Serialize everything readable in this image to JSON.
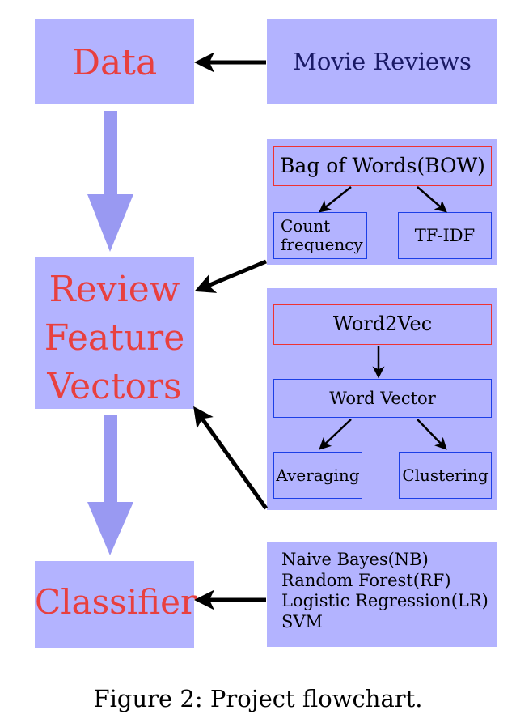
{
  "nodes": {
    "data": "Data",
    "movie_reviews": "Movie Reviews",
    "review_feature_vectors": [
      "Review",
      "Feature",
      "Vectors"
    ],
    "classifier": "Classifier"
  },
  "bow_panel": {
    "title": "Bag of Words(BOW)",
    "count_frequency": [
      "Count",
      "frequency"
    ],
    "tfidf": "TF-IDF"
  },
  "w2v_panel": {
    "title": "Word2Vec",
    "word_vector": "Word Vector",
    "averaging": "Averaging",
    "clustering": "Clustering"
  },
  "classifiers": [
    "Naive Bayes(NB)",
    "Random Forest(RF)",
    "Logistic Regression(LR)",
    "SVM"
  ],
  "caption": "Figure 2: Project flowchart.",
  "colors": {
    "block_fill": "#b3b3ff",
    "big_arrow": "#9999f2",
    "title_red": "#e8403f",
    "border_red": "#e33333",
    "border_blue": "#1c3fe6",
    "arrow_black": "#000000"
  }
}
